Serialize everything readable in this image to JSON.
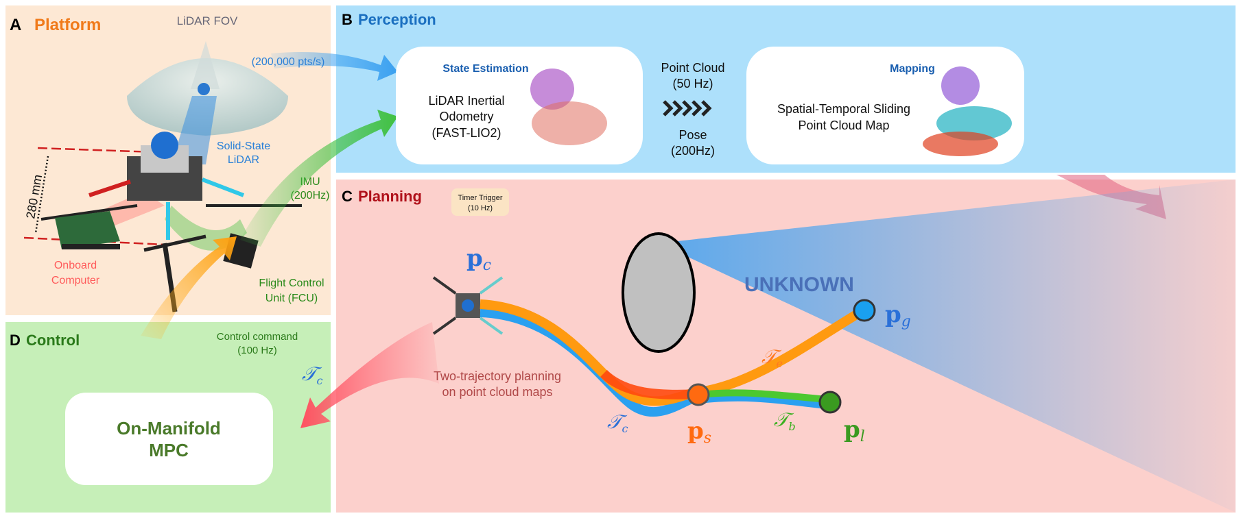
{
  "panels": {
    "a": {
      "letter": "A",
      "title": "Platform",
      "lidar_fov": "LiDAR FOV",
      "solid_state_1": "Solid-State",
      "solid_state_2": "LiDAR",
      "size": "280 mm",
      "onboard_1": "Onboard",
      "onboard_2": "Computer",
      "fcu_1": "Flight Control",
      "fcu_2": "Unit (FCU)",
      "imu_1": "IMU",
      "imu_2": "(200Hz)",
      "pts": "(200,000 pts/s)"
    },
    "b": {
      "letter": "B",
      "title": "Perception",
      "state_title": "State Estimation",
      "lio_1": "LiDAR Inertial",
      "lio_2": "Odometry",
      "lio_3": "(FAST-LIO2)",
      "pc_1": "Point Cloud",
      "pc_2": "(50 Hz)",
      "pose_1": "Pose",
      "pose_2": "(200Hz)",
      "map_title": "Mapping",
      "map_1": "Spatial-Temporal Sliding",
      "map_2": "Point Cloud Map"
    },
    "c": {
      "letter": "C",
      "title": "Planning",
      "timer_1": "Timer Trigger",
      "timer_2": "(10 Hz)",
      "unknown": "UNKNOWN",
      "note_1": "Two-trajectory planning",
      "note_2": "on point cloud maps",
      "pc": "p",
      "pc_sub": "c",
      "pg": "p",
      "pg_sub": "g",
      "ps": "p",
      "ps_sub": "s",
      "pl": "p",
      "pl_sub": "l",
      "te": "𝒯",
      "te_sub": "e",
      "tc": "𝒯",
      "tc_sub": "c",
      "tb": "𝒯",
      "tb_sub": "b"
    },
    "d": {
      "letter": "D",
      "title": "Control",
      "cmd_1": "Control command",
      "cmd_2": "(100 Hz)",
      "mpc_1": "On-Manifold",
      "mpc_2": "MPC",
      "tc": "𝒯",
      "tc_sub": "c"
    }
  },
  "colors": {
    "platform": "#f07a1a",
    "perception": "#1a6fc0",
    "planning": "#b0101a",
    "control": "#2a7a1a",
    "panel_a": "#fde8d4",
    "panel_b": "#ade0fb",
    "panel_c": "#fcd0cc",
    "panel_d": "#c6efb8",
    "traj_e": "#ff9a10",
    "traj_c": "#2aa0f0",
    "traj_b": "#4cc830"
  }
}
